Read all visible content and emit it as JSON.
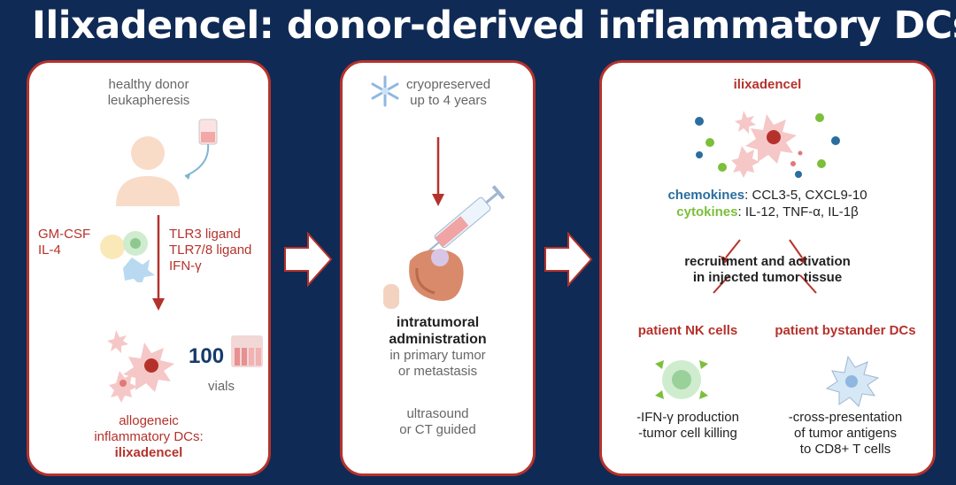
{
  "title": "Ilixadencel: donor-derived inflammatory DCs",
  "panel1": {
    "source_line1": "healthy donor",
    "source_line2": "leukapheresis",
    "left_factor1": "GM-CSF",
    "left_factor2": "IL-4",
    "right_factor1": "TLR3 ligand",
    "right_factor2": "TLR7/8 ligand",
    "right_factor3": "IFN-γ",
    "vial_count": "100",
    "vial_label": "vials",
    "product_line1": "allogeneic",
    "product_line2": "inflammatory DCs:",
    "product_line3": "ilixadencel"
  },
  "panel2": {
    "storage_line1": "cryopreserved",
    "storage_line2": "up to 4 years",
    "admin_line1": "intratumoral",
    "admin_line2": "administration",
    "admin_line3": "in primary tumor",
    "admin_line4": "or metastasis",
    "guide_line1": "ultrasound",
    "guide_line2": "or CT guided"
  },
  "panel3": {
    "heading": "ilixadencel",
    "chemokines_label": "chemokines",
    "chemokines_value": ": CCL3-5, CXCL9-10",
    "cytokines_label": "cytokines",
    "cytokines_value": ": IL-12, TNF-α, IL-1β",
    "recruit_line1": "recruitment and activation",
    "recruit_line2": "in injected tumor tissue",
    "nk_heading": "patient NK cells",
    "nk_line1": "-IFN-γ production",
    "nk_line2": "-tumor cell killing",
    "dc_heading": "patient bystander DCs",
    "dc_line1": "-cross-presentation",
    "dc_line2": "of tumor antigens",
    "dc_line3": "to CD8+ T cells"
  },
  "colors": {
    "background": "#0f2a55",
    "accent_red": "#b5322c",
    "chemokine_blue": "#2a6e9e",
    "cytokine_green": "#7bbf3a"
  }
}
